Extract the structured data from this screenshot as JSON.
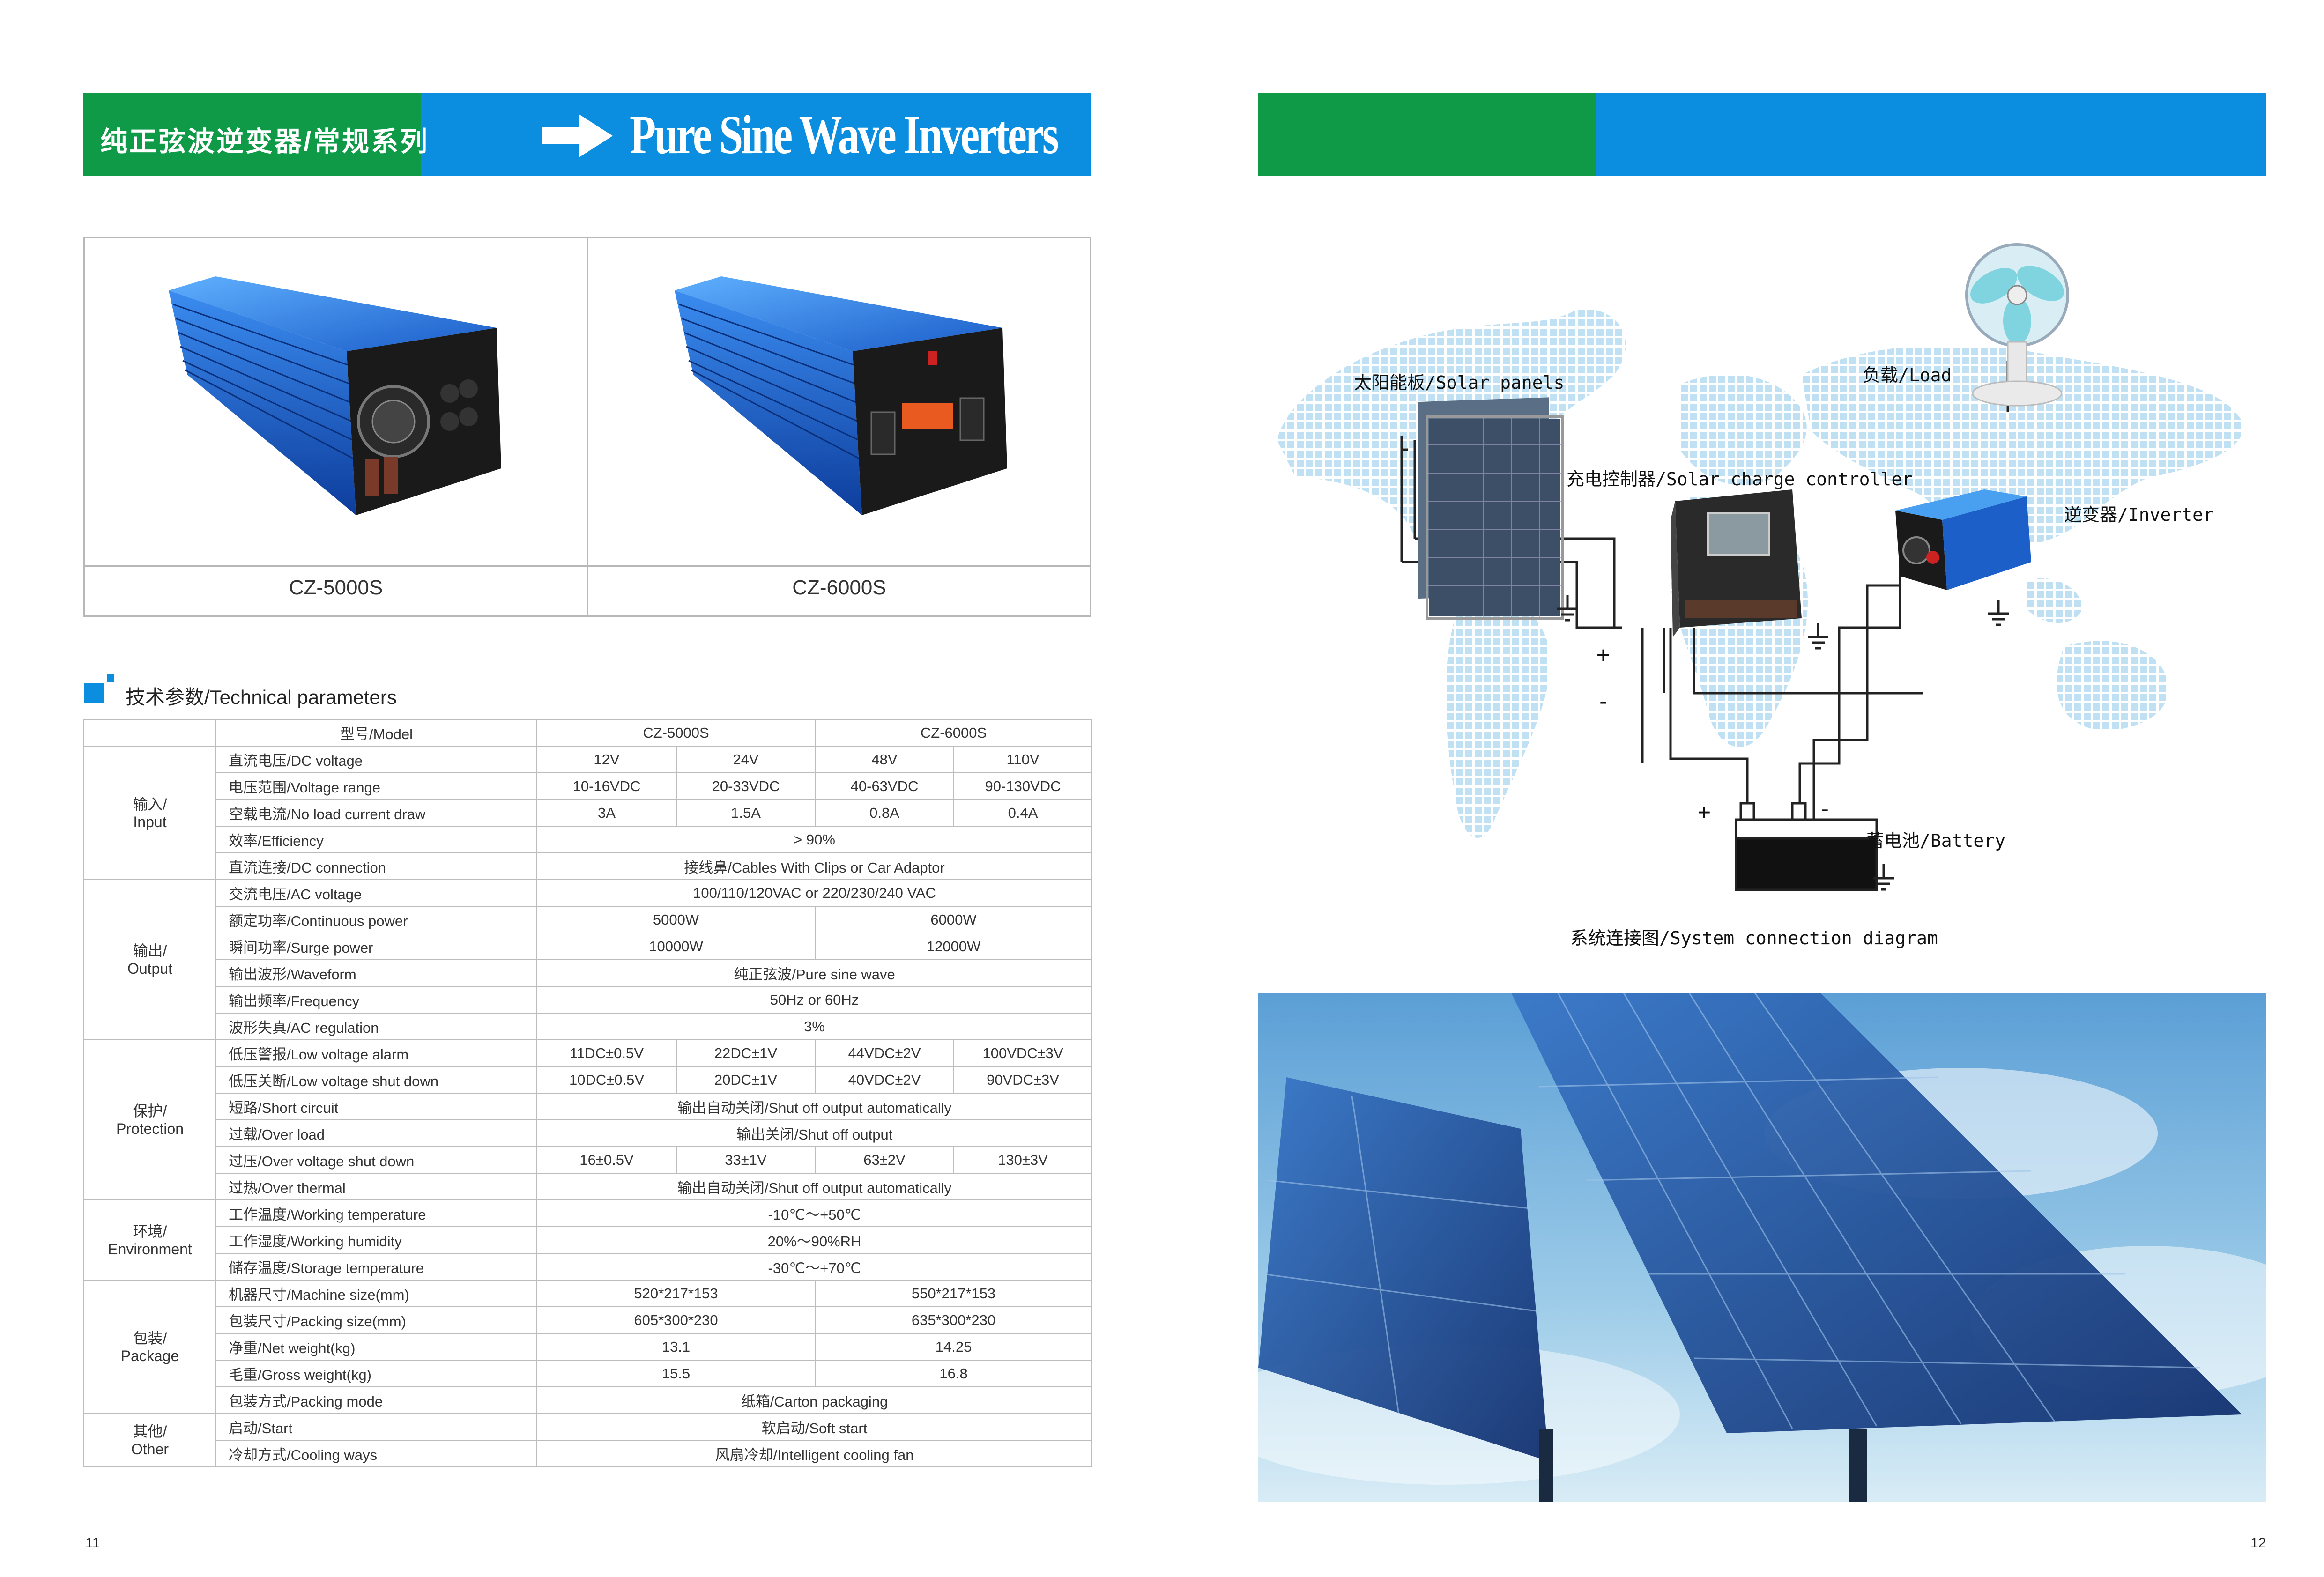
{
  "left_page": {
    "header": {
      "title_cn": "纯正弦波逆变器/常规系列",
      "title_en": "Pure Sine Wave Inverters"
    },
    "products": [
      {
        "model": "CZ-5000S"
      },
      {
        "model": "CZ-6000S"
      }
    ],
    "section_title": "技术参数/Technical parameters",
    "table": {
      "header": {
        "col_model": "型号/Model",
        "m1": "CZ-5000S",
        "m2": "CZ-6000S"
      },
      "groups": {
        "input": "输入/\nInput",
        "output": "输出/\nOutput",
        "protection": "保护/\nProtection",
        "environment": "环境/\nEnvironment",
        "package": "包装/\nPackage",
        "other": "其他/\nOther"
      },
      "rows": {
        "dc_voltage": {
          "label": "直流电压/DC voltage",
          "v": [
            "12V",
            "24V",
            "48V",
            "110V"
          ]
        },
        "voltage_range": {
          "label": "电压范围/Voltage range",
          "v": [
            "10-16VDC",
            "20-33VDC",
            "40-63VDC",
            "90-130VDC"
          ]
        },
        "no_load": {
          "label": "空载电流/No load current draw",
          "v": [
            "3A",
            "1.5A",
            "0.8A",
            "0.4A"
          ]
        },
        "efficiency": {
          "label": "效率/Efficiency",
          "v": "> 90%"
        },
        "dc_connection": {
          "label": "直流连接/DC connection",
          "v": "接线鼻/Cables With Clips or Car Adaptor"
        },
        "ac_voltage": {
          "label": "交流电压/AC voltage",
          "v": "100/110/120VAC or 220/230/240 VAC"
        },
        "continuous": {
          "label": "额定功率/Continuous power",
          "v": [
            "5000W",
            "6000W"
          ]
        },
        "surge": {
          "label": "瞬间功率/Surge power",
          "v": [
            "10000W",
            "12000W"
          ]
        },
        "waveform": {
          "label": "输出波形/Waveform",
          "v": "纯正弦波/Pure sine wave"
        },
        "frequency": {
          "label": "输出频率/Frequency",
          "v": "50Hz  or  60Hz"
        },
        "ac_reg": {
          "label": "波形失真/AC regulation",
          "v": "3%"
        },
        "lv_alarm": {
          "label": "低压警报/Low voltage alarm",
          "v": [
            "11DC±0.5V",
            "22DC±1V",
            "44VDC±2V",
            "100VDC±3V"
          ]
        },
        "lv_shutdown": {
          "label": "低压关断/Low voltage shut down",
          "v": [
            "10DC±0.5V",
            "20DC±1V",
            "40VDC±2V",
            "90VDC±3V"
          ]
        },
        "short_circuit": {
          "label": "短路/Short circuit",
          "v": "输出自动关闭/Shut off output automatically"
        },
        "over_load": {
          "label": "过载/Over load",
          "v": "输出关闭/Shut off output"
        },
        "ov_shutdown": {
          "label": "过压/Over voltage shut down",
          "v": [
            "16±0.5V",
            "33±1V",
            "63±2V",
            "130±3V"
          ]
        },
        "over_thermal": {
          "label": "过热/Over thermal",
          "v": "输出自动关闭/Shut off output automatically"
        },
        "work_temp": {
          "label": "工作温度/Working temperature",
          "v": "-10℃～+50℃"
        },
        "work_hum": {
          "label": "工作湿度/Working humidity",
          "v": "20%～90%RH"
        },
        "store_temp": {
          "label": "储存温度/Storage temperature",
          "v": "-30℃～+70℃"
        },
        "machine_size": {
          "label": "机器尺寸/Machine size(mm)",
          "v": [
            "520*217*153",
            "550*217*153"
          ]
        },
        "packing_size": {
          "label": "包装尺寸/Packing size(mm)",
          "v": [
            "605*300*230",
            "635*300*230"
          ]
        },
        "net_weight": {
          "label": "净重/Net weight(kg)",
          "v": [
            "13.1",
            "14.25"
          ]
        },
        "gross_weight": {
          "label": "毛重/Gross weight(kg)",
          "v": [
            "15.5",
            "16.8"
          ]
        },
        "packing_mode": {
          "label": "包装方式/Packing mode",
          "v": "纸箱/Carton packaging"
        },
        "start": {
          "label": "启动/Start",
          "v": "软启动/Soft start"
        },
        "cooling": {
          "label": "冷却方式/Cooling ways",
          "v": "风扇冷却/Intelligent cooling fan"
        }
      }
    },
    "page_number": "11"
  },
  "right_page": {
    "diagram": {
      "solar_panels": "太阳能板/Solar panels",
      "load": "负载/Load",
      "controller": "充电控制器/Solar charge controller",
      "inverter": "逆变器/Inverter",
      "battery": "蓄电池/Battery",
      "plus": "+",
      "minus": "-",
      "caption": "系统连接图/System connection diagram"
    },
    "page_number": "12"
  },
  "colors": {
    "banner_green": "#0f9a48",
    "banner_blue": "#0b8ee0",
    "inverter_blue": "#1d5fc8"
  }
}
